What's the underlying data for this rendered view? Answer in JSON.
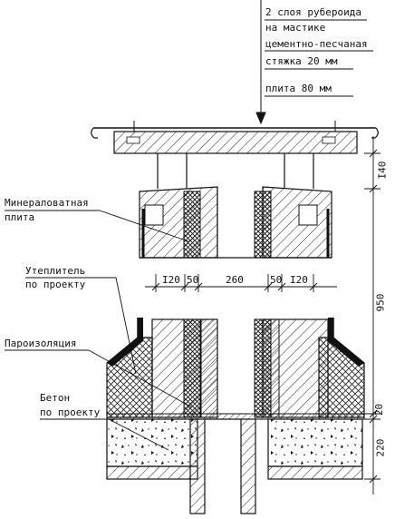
{
  "roof_layers": [
    "2 слоя рубероида",
    "на мастике",
    "цементно-песчаная",
    "стяжка 20 мм",
    "плита 80 мм"
  ],
  "callouts": {
    "mineral_wool": [
      "Минераловатная",
      "плита"
    ],
    "insulation": [
      "Утеплитель",
      "по проекту"
    ],
    "vapor_barrier": "Пароизоляция",
    "concrete": [
      "Бетон",
      "по проекту"
    ]
  },
  "dimensions_horizontal": [
    "I20",
    "50",
    "260",
    "50",
    "I20"
  ],
  "dimensions_vertical": [
    "I40",
    "950",
    "20",
    "220"
  ]
}
